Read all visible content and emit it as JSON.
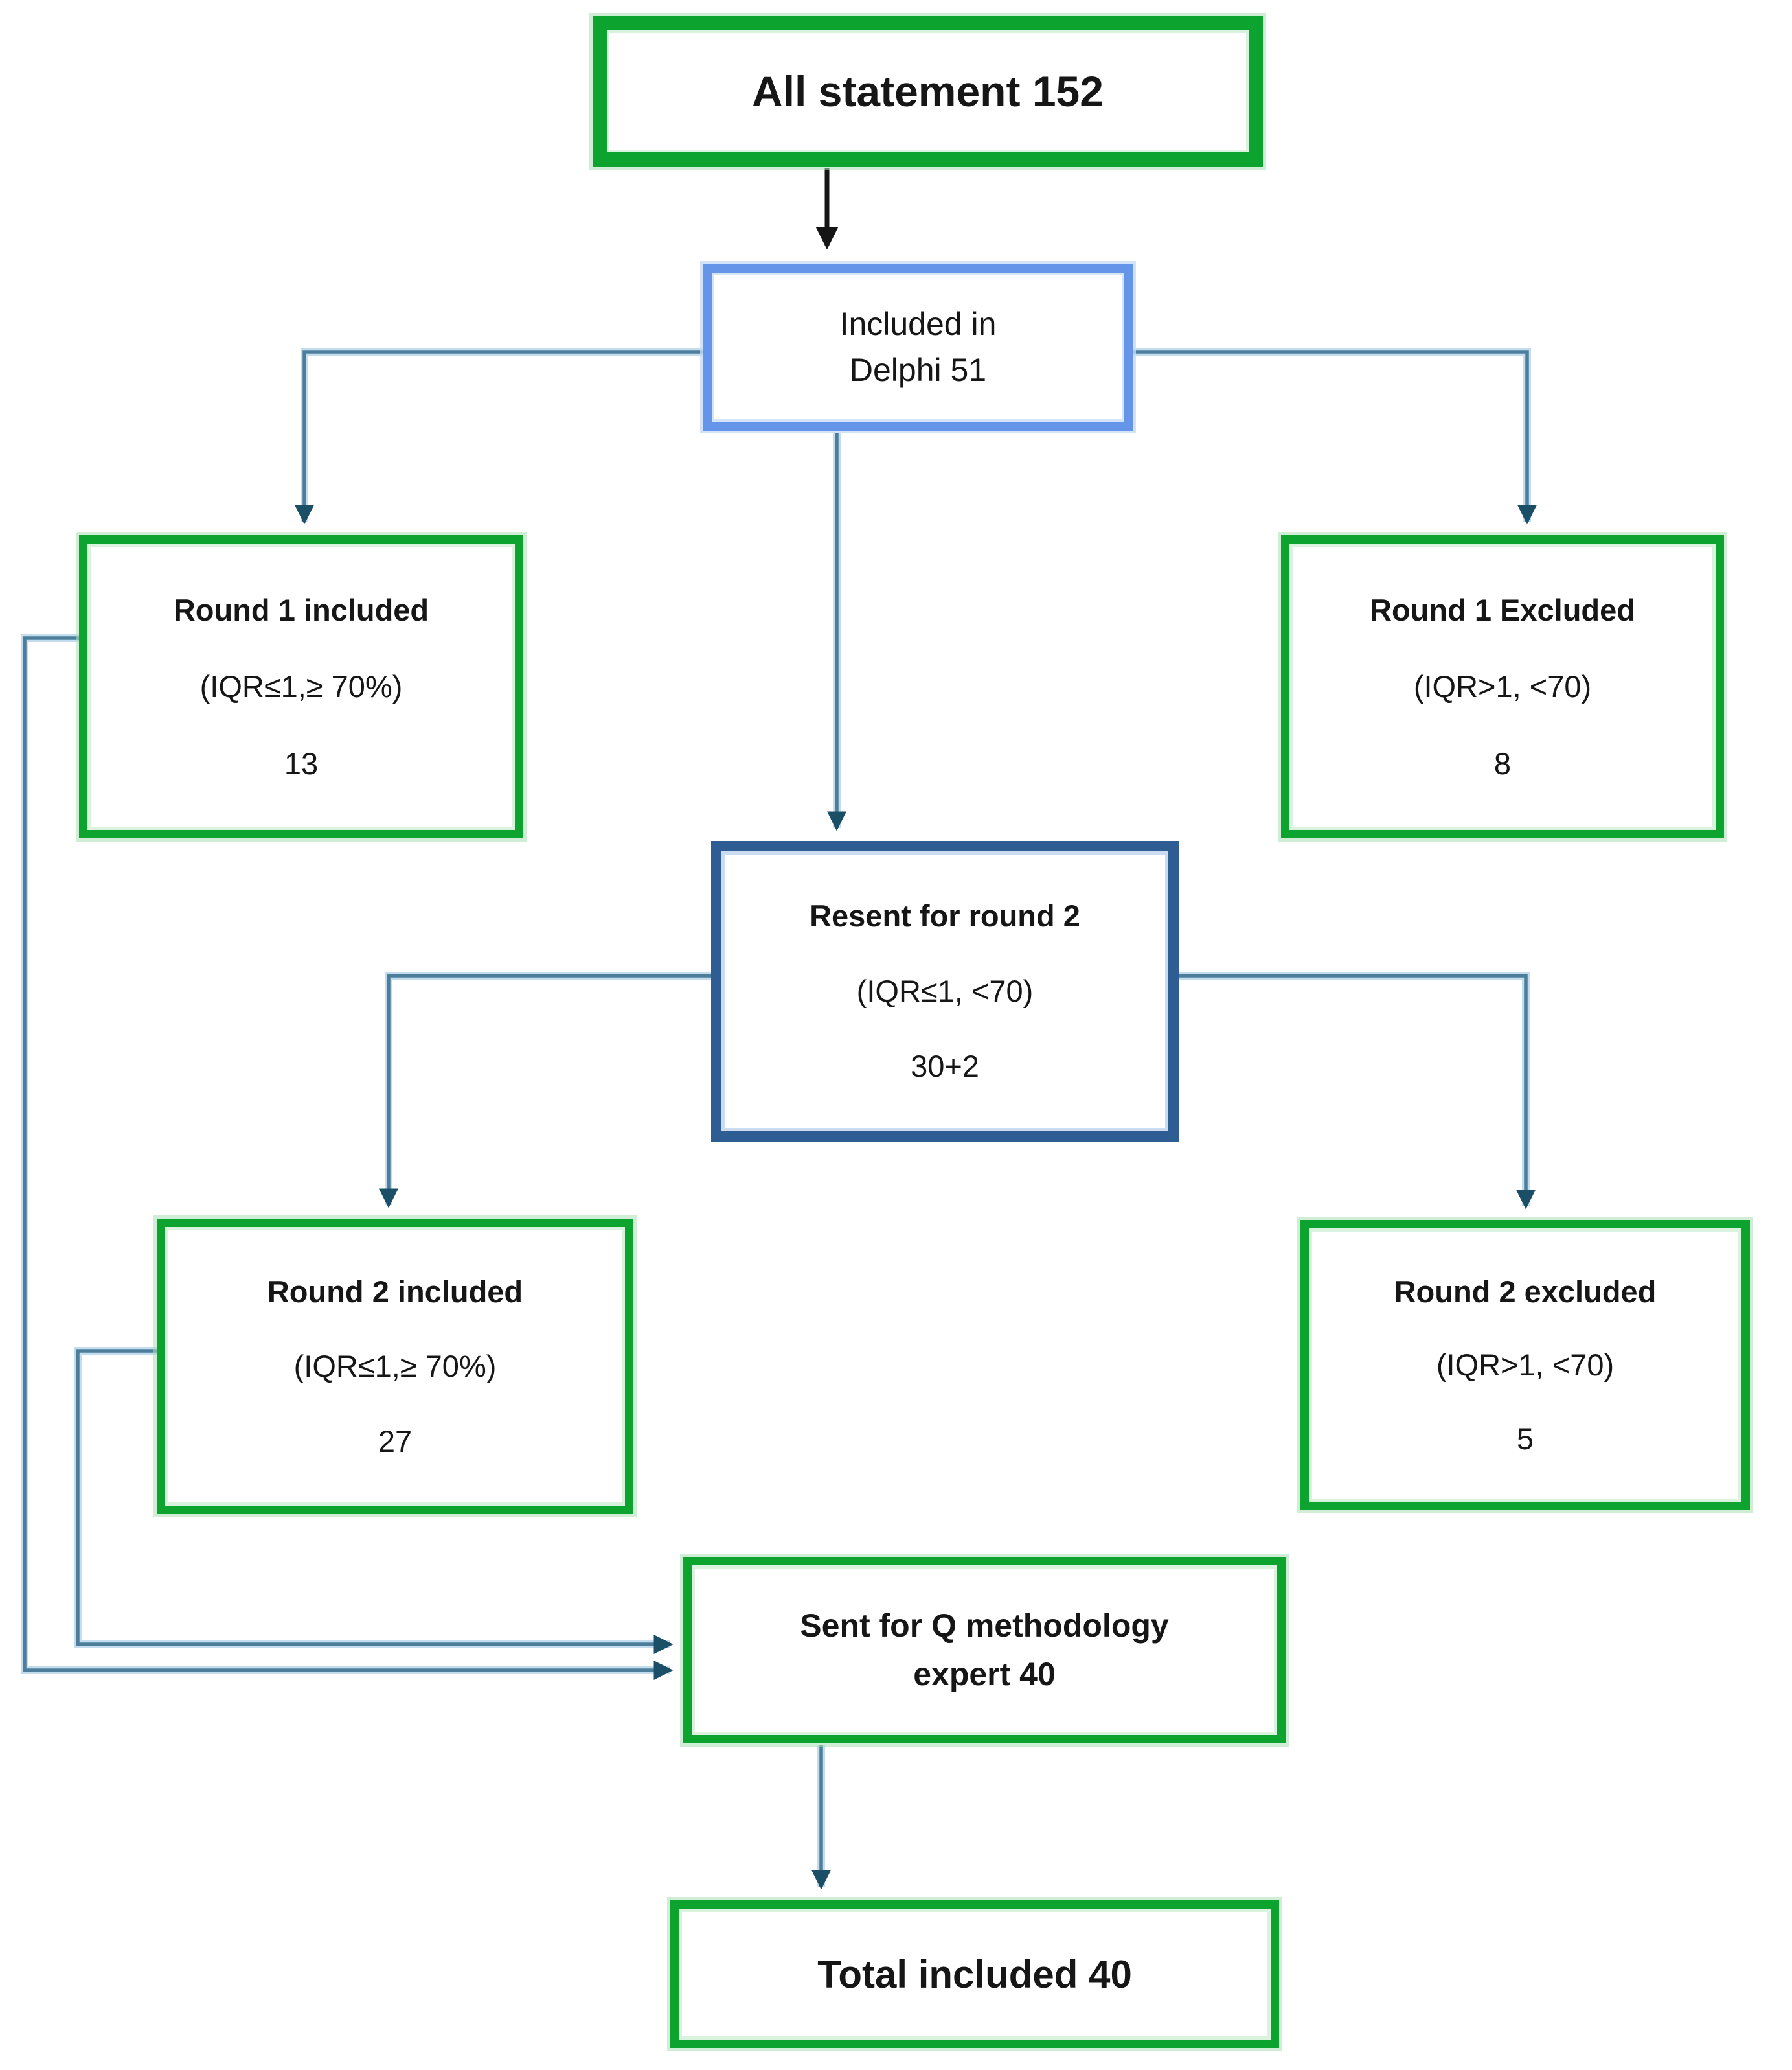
{
  "diagram": {
    "title": "Delphi statement selection flowchart",
    "colors": {
      "box_green": "#0ca32e",
      "box_light_blue": "#6495e8",
      "box_dark_blue": "#2e5d94",
      "connector": "#4c7e9c",
      "connector_halo": "#c3ddee",
      "arrowhead": "#1b4f68",
      "top_arrow": "#151515",
      "text": "#161616",
      "background": "#ffffff"
    },
    "nodes": {
      "all_statement": {
        "label": "All statement 152"
      },
      "delphi": {
        "line1": "Included in",
        "line2": "Delphi 51"
      },
      "r1_included": {
        "title": "Round 1 included",
        "criteria": "(IQR≤1,≥ 70%)",
        "count": "13"
      },
      "r1_excluded": {
        "title": "Round 1 Excluded",
        "criteria": "(IQR>1, <70)",
        "count": "8"
      },
      "resent": {
        "title": "Resent for round 2",
        "criteria": "(IQR≤1, <70)",
        "count": "30+2"
      },
      "r2_included": {
        "title": "Round 2 included",
        "criteria": "(IQR≤1,≥ 70%)",
        "count": "27"
      },
      "r2_excluded": {
        "title": "Round 2 excluded",
        "criteria": "(IQR>1, <70)",
        "count": "5"
      },
      "sent_q": {
        "line1": "Sent for Q methodology",
        "line2": "expert 40"
      },
      "total": {
        "label": "Total included 40"
      }
    },
    "edges": [
      {
        "from": "all_statement",
        "to": "delphi"
      },
      {
        "from": "delphi",
        "to": "r1_included"
      },
      {
        "from": "delphi",
        "to": "resent"
      },
      {
        "from": "delphi",
        "to": "r1_excluded"
      },
      {
        "from": "resent",
        "to": "r2_included"
      },
      {
        "from": "resent",
        "to": "r2_excluded"
      },
      {
        "from": "r1_included",
        "to": "sent_q"
      },
      {
        "from": "r2_included",
        "to": "sent_q"
      },
      {
        "from": "sent_q",
        "to": "total"
      }
    ]
  }
}
